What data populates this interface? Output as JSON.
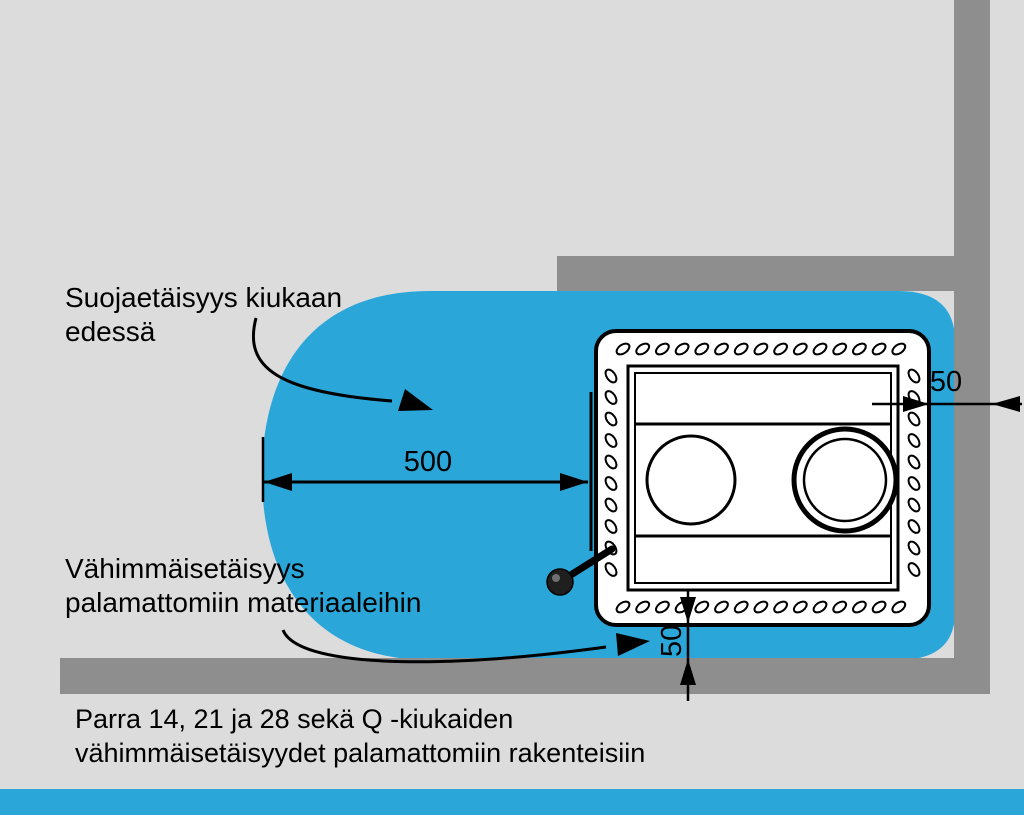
{
  "colors": {
    "background": "#dcdcdc",
    "wall": "#8e8e8e",
    "protection_zone": "#2ba6d9",
    "footer_bar": "#2ba6d9"
  },
  "annotations": {
    "front_clearance_line1": "Suojaetäisyys kiukaan",
    "front_clearance_line2": "edessä",
    "min_distance_line1": "Vähimmäisetäisyys",
    "min_distance_line2": "palamattomiin materiaaleihin"
  },
  "dimensions": {
    "front_mm": "500",
    "side_mm": "50",
    "bottom_mm": "50"
  },
  "caption": {
    "line1": "Parra 14, 21 ja 28 sekä Q -kiukaiden",
    "line2": "vähimmäisetäisyydet palamattomiin rakenteisiin"
  }
}
